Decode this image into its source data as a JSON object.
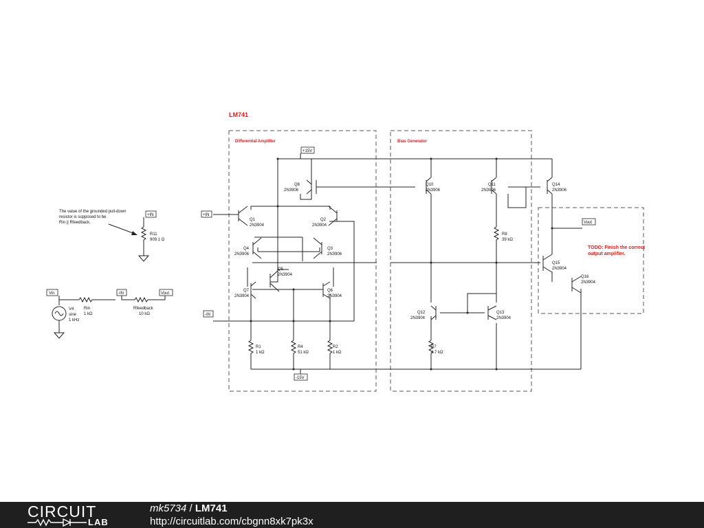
{
  "diagram": {
    "title": "LM741",
    "sections": {
      "diff_amp": "Differential Amplifier",
      "bias": "Bias Generator"
    },
    "note": [
      "The value of the grounded pull-down",
      "resistor is supposed to be",
      "Rin || Rfeedback."
    ],
    "todo": [
      "TODO: Finish the correct",
      "output amplifier."
    ],
    "nets": {
      "vpos": "+15V",
      "vneg": "-15V",
      "in_p": "+IN",
      "in_n": "-IN",
      "vin": "Vin",
      "vout": "Vout"
    },
    "transistors": {
      "q1": [
        "Q1",
        "2N3904"
      ],
      "q2": [
        "Q2",
        "2N3904"
      ],
      "q3": [
        "Q3",
        "2N3906"
      ],
      "q4": [
        "Q4",
        "2N3906"
      ],
      "q5": [
        "Q5",
        "2N3904"
      ],
      "q6": [
        "Q6",
        "2N3904"
      ],
      "q7": [
        "Q7",
        "2N3904"
      ],
      "q8": [
        "Q8",
        "2N3906"
      ],
      "q10": [
        "Q10",
        "2N3906"
      ],
      "q11": [
        "Q11",
        "2N3906"
      ],
      "q12": [
        "Q12",
        "2N3904"
      ],
      "q13": [
        "Q13",
        "2N3904"
      ],
      "q14": [
        "Q14",
        "2N3906"
      ],
      "q15": [
        "Q15",
        "2N3904"
      ],
      "q16": [
        "Q16",
        "2N3904"
      ]
    },
    "resistors": {
      "r1": [
        "R1",
        "1 kΩ"
      ],
      "r2": [
        "R2",
        "1 kΩ"
      ],
      "r4": [
        "R4",
        "51 kΩ"
      ],
      "r7": [
        "R7",
        "4.7 kΩ"
      ],
      "r8": [
        "R8",
        "39 kΩ"
      ],
      "r11": [
        "R11",
        "909.1 Ω"
      ],
      "rin": [
        "Rin",
        "1 kΩ"
      ],
      "rfb": [
        "Rfeedback",
        "10 kΩ"
      ]
    },
    "source": [
      "V4",
      "sine",
      "1 kHz"
    ]
  },
  "footer": {
    "logo_top": "CIRCUIT",
    "logo_bottom": "LAB",
    "author": "mk5734",
    "separator": "/",
    "circuit_title": "LM741",
    "url": "http://circuitlab.com/cbgnn8xk7pk3x"
  }
}
